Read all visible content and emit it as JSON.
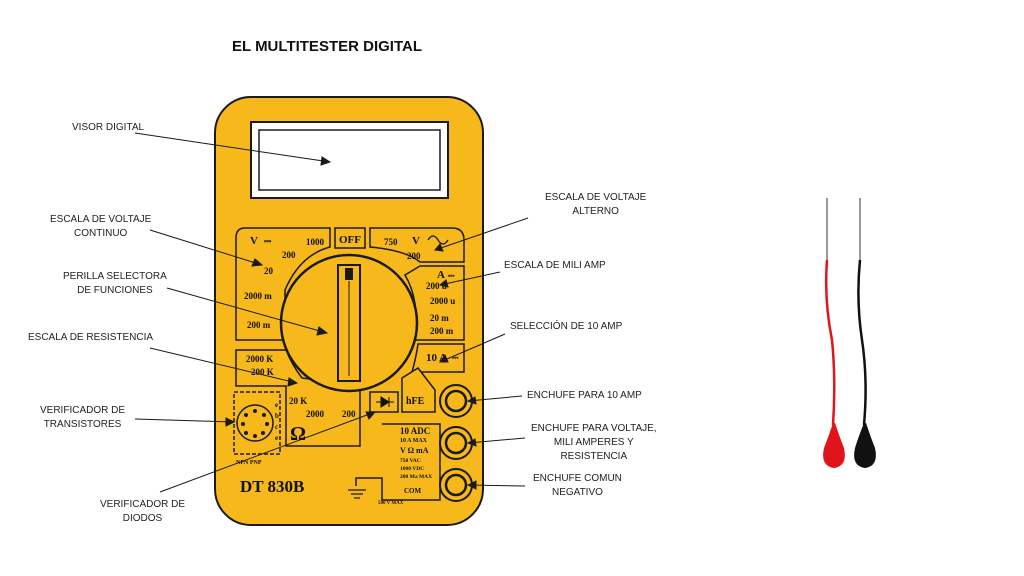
{
  "title": "EL MULTITESTER DIGITAL",
  "colors": {
    "body": "#F7B81C",
    "outline": "#1a1a1a",
    "probe_red": "#E0141B",
    "probe_black": "#111111"
  },
  "labels": {
    "visor": "VISOR DIGITAL",
    "voltaje_continuo": "ESCALA DE VOLTAJE\nCONTINUO",
    "perilla": "PERILLA SELECTORA\nDE FUNCIONES",
    "resistencia": "ESCALA DE RESISTENCIA",
    "transistores": "VERIFICADOR DE\nTRANSISTORES",
    "diodos": "VERIFICADOR DE\nDIODOS",
    "voltaje_alterno": "ESCALA DE VOLTAJE\nALTERNO",
    "mili_amp": "ESCALA DE MILI AMP",
    "seleccion_10": "SELECCIÓN DE 10 AMP",
    "enchufe_10": "ENCHUFE PARA 10 AMP",
    "enchufe_voltaje": "ENCHUFE PARA VOLTAJE,\nMILI AMPERES Y\nRESISTENCIA",
    "enchufe_comun": "ENCHUFE  COMUN\nNEGATIVO"
  },
  "meter": {
    "model": "DT 830B",
    "off": "OFF",
    "dcv": {
      "symbol": "V",
      "values": [
        "1000",
        "200",
        "20",
        "2000 m",
        "200 m"
      ]
    },
    "acv": {
      "values": [
        "750",
        "200"
      ],
      "symbol": "V"
    },
    "dca": {
      "symbol": "A",
      "values": [
        "200 u",
        "2000 u",
        "20 m",
        "200 m"
      ]
    },
    "ten_a": "10 A",
    "ohm": {
      "values": [
        "2000 K",
        "200 K",
        "20 K",
        "2000",
        "200"
      ]
    },
    "hfe": "hFE",
    "transistor": {
      "pins": [
        "e",
        "b",
        "c",
        "e"
      ],
      "types": "NPN  PNP"
    },
    "jack_block": {
      "line1": "10 ADC",
      "line2": "10 A MAX",
      "line3": "V  Ω  mA",
      "line4": "750 VAC",
      "line5": "1000 VDC",
      "line6": "200 Ma MAX",
      "com": "COM",
      "max": "500 V MAX"
    }
  }
}
